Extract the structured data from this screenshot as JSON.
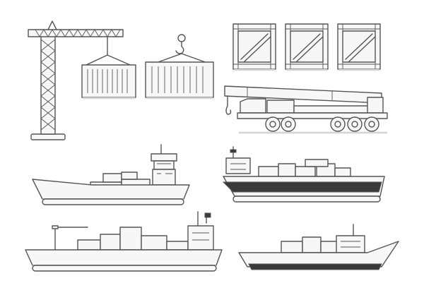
{
  "palette": {
    "background": "#ffffff",
    "stroke": "#555555",
    "fill": "#f7f7f7",
    "dark": "#3a3a3a",
    "shadow": "#d4d4d4"
  },
  "illustrations": [
    {
      "id": "tower-crane",
      "icon": "tower-crane-icon"
    },
    {
      "id": "container-left",
      "icon": "shipping-container-icon"
    },
    {
      "id": "container-hook",
      "icon": "hook-icon"
    },
    {
      "id": "crate-1",
      "icon": "wooden-crate-icon"
    },
    {
      "id": "crate-2",
      "icon": "wooden-crate-icon"
    },
    {
      "id": "crate-3",
      "icon": "wooden-crate-icon"
    },
    {
      "id": "mobile-crane-truck",
      "icon": "crane-truck-icon"
    },
    {
      "id": "cargo-ship-small",
      "icon": "cargo-ship-icon"
    },
    {
      "id": "cargo-ship-dark-hull",
      "icon": "cargo-ship-icon"
    },
    {
      "id": "cargo-ship-with-crane",
      "icon": "cargo-ship-icon"
    },
    {
      "id": "cargo-ship-bow",
      "icon": "cargo-ship-icon"
    }
  ]
}
